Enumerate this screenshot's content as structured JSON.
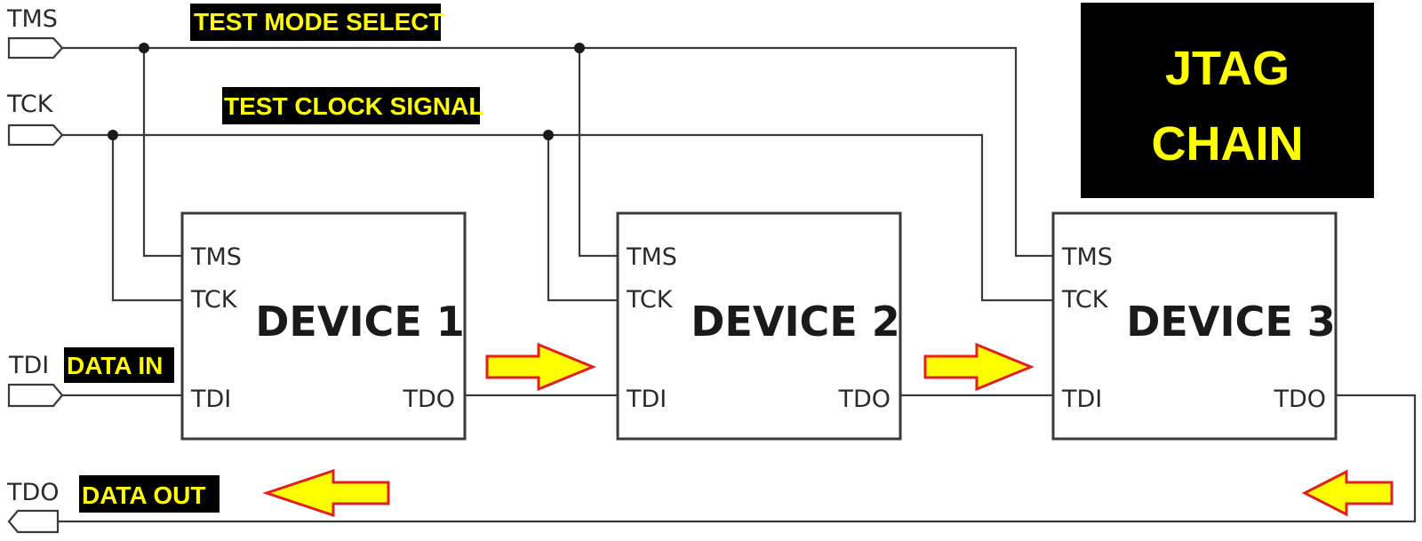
{
  "title": {
    "line1": "JTAG",
    "line2": "CHAIN"
  },
  "ports": {
    "tms": "TMS",
    "tck": "TCK",
    "tdi": "TDI",
    "tdo": "TDO"
  },
  "annotations": {
    "tms": "TEST MODE SELECT",
    "tck": "TEST CLOCK SIGNAL",
    "tdi": "DATA IN",
    "tdo": "DATA OUT"
  },
  "devices": [
    {
      "name": "DEVICE 1",
      "pins": {
        "tms": "TMS",
        "tck": "TCK",
        "tdi": "TDI",
        "tdo": "TDO"
      }
    },
    {
      "name": "DEVICE 2",
      "pins": {
        "tms": "TMS",
        "tck": "TCK",
        "tdi": "TDI",
        "tdo": "TDO"
      }
    },
    {
      "name": "DEVICE 3",
      "pins": {
        "tms": "TMS",
        "tck": "TCK",
        "tdi": "TDI",
        "tdo": "TDO"
      }
    }
  ],
  "colors": {
    "highlight_text": "#ffff00",
    "highlight_bg": "#000000",
    "arrow_fill": "#ffff00",
    "arrow_stroke": "#e02020"
  }
}
